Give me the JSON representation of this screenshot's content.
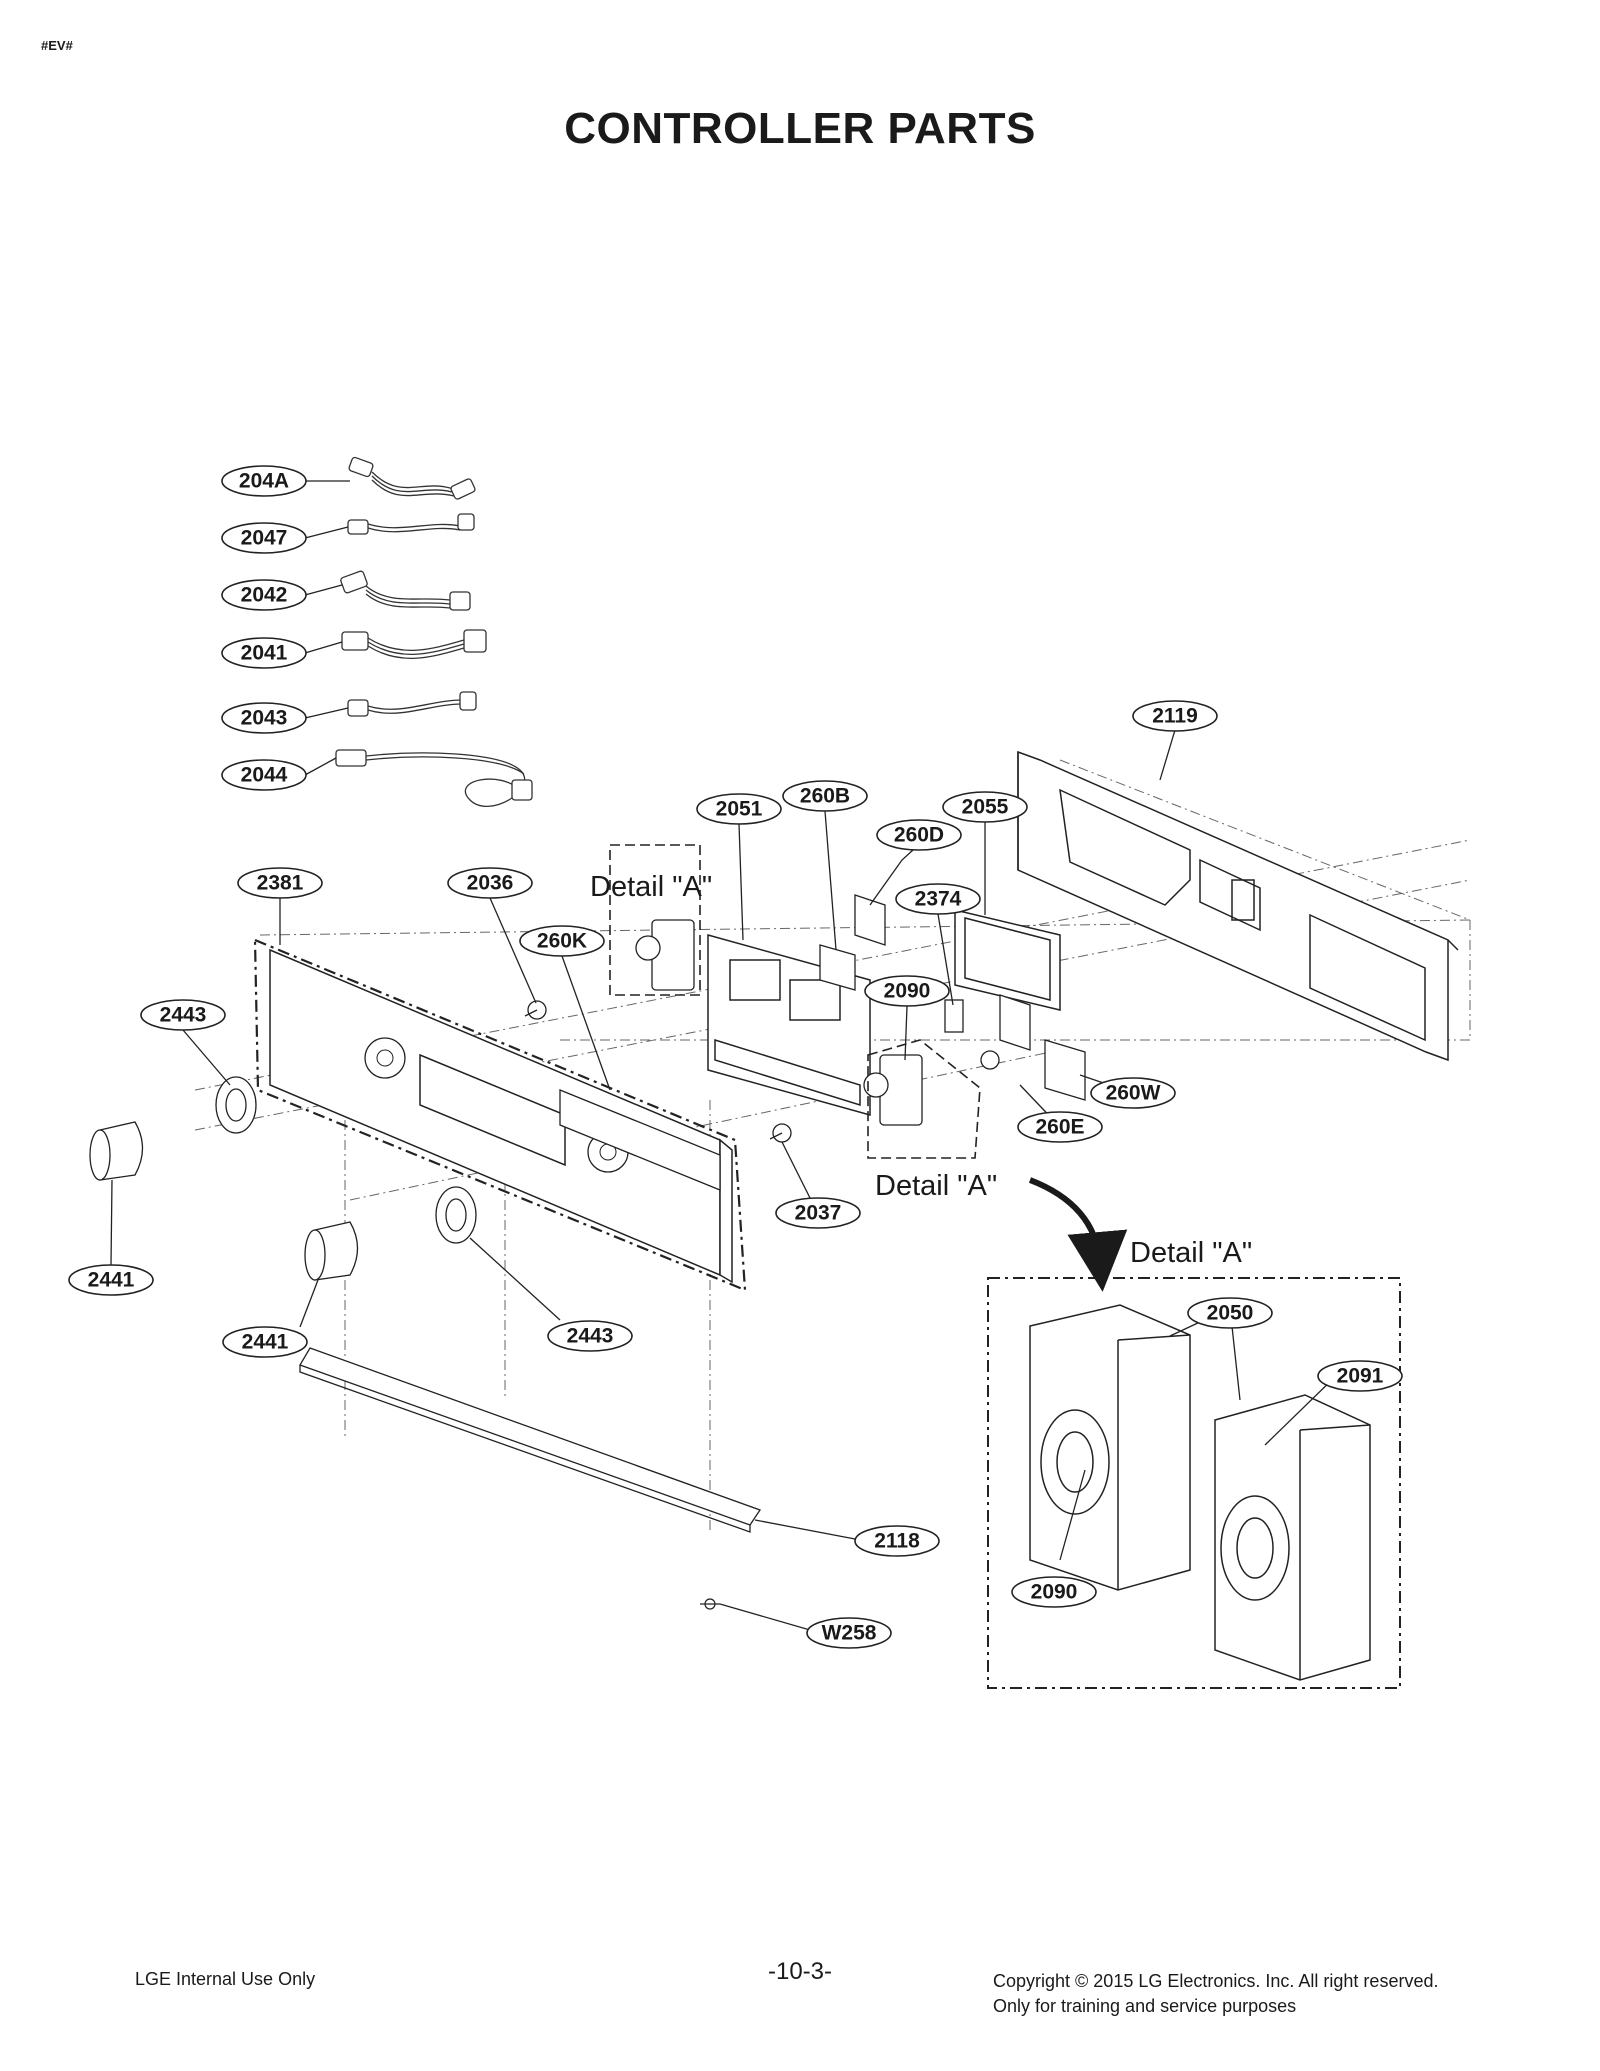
{
  "header": {
    "code": "#EV#",
    "title": "CONTROLLER PARTS"
  },
  "detail_label": "Detail \"A\"",
  "callouts": [
    {
      "id": "204A"
    },
    {
      "id": "2047"
    },
    {
      "id": "2042"
    },
    {
      "id": "2041"
    },
    {
      "id": "2043"
    },
    {
      "id": "2044"
    },
    {
      "id": "2119"
    },
    {
      "id": "2051"
    },
    {
      "id": "260B"
    },
    {
      "id": "2055"
    },
    {
      "id": "260D"
    },
    {
      "id": "2374"
    },
    {
      "id": "2381"
    },
    {
      "id": "2036"
    },
    {
      "id": "260K"
    },
    {
      "id": "2090"
    },
    {
      "id": "2443"
    },
    {
      "id": "260W"
    },
    {
      "id": "260E"
    },
    {
      "id": "2037"
    },
    {
      "id": "2441"
    },
    {
      "id": "2443"
    },
    {
      "id": "2441"
    },
    {
      "id": "2050"
    },
    {
      "id": "2091"
    },
    {
      "id": "2090"
    },
    {
      "id": "2118"
    },
    {
      "id": "W258"
    }
  ],
  "footer": {
    "left": "LGE Internal Use Only",
    "page": "-10-3-",
    "copyright": "Copyright © 2015 LG Electronics. Inc. All right reserved.",
    "training": "Only for training and service purposes"
  }
}
